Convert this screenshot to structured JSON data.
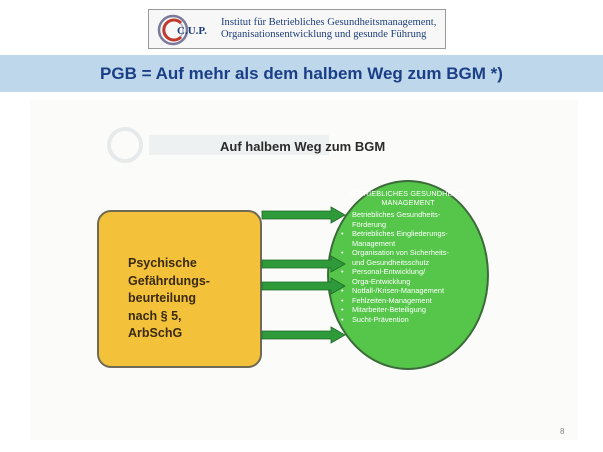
{
  "header": {
    "logo_label": "C.U.P.",
    "institute_line1": "Institut für Betriebliches Gesundheitsmanagement,",
    "institute_line2": "Organisationsentwicklung und gesunde Führung"
  },
  "slide_title": "PGB = Auf mehr als dem halbem Weg zum BGM *)",
  "diagram": {
    "title": "Auf halbem Weg zum BGM",
    "source_box": "Psychische\nGefährdungs-\nbeurteilung\nnach § 5,\nArbSchG",
    "target_heading": "BETRIEBLICHES GESUNDHEITS-\nMANAGEMENT",
    "target_items": [
      "Betriebliches Gesundheits-\nFörderung",
      "Betriebliches Eingliederungs-\nManagement",
      "Organisation von Sicherheits-\nund Gesundheitsschutz",
      "Personal-Entwicklung/\nOrga-Entwicklung",
      "Notfall-/Krisen-Management",
      "Fehlzeiten-Management",
      "Mitarbeiter-Beteiligung",
      "Sucht-Prävention"
    ],
    "colors": {
      "source_fill": "#f3c23a",
      "target_fill": "#55c64a",
      "arrow": "#2e9a3a"
    }
  },
  "page_number": "8"
}
